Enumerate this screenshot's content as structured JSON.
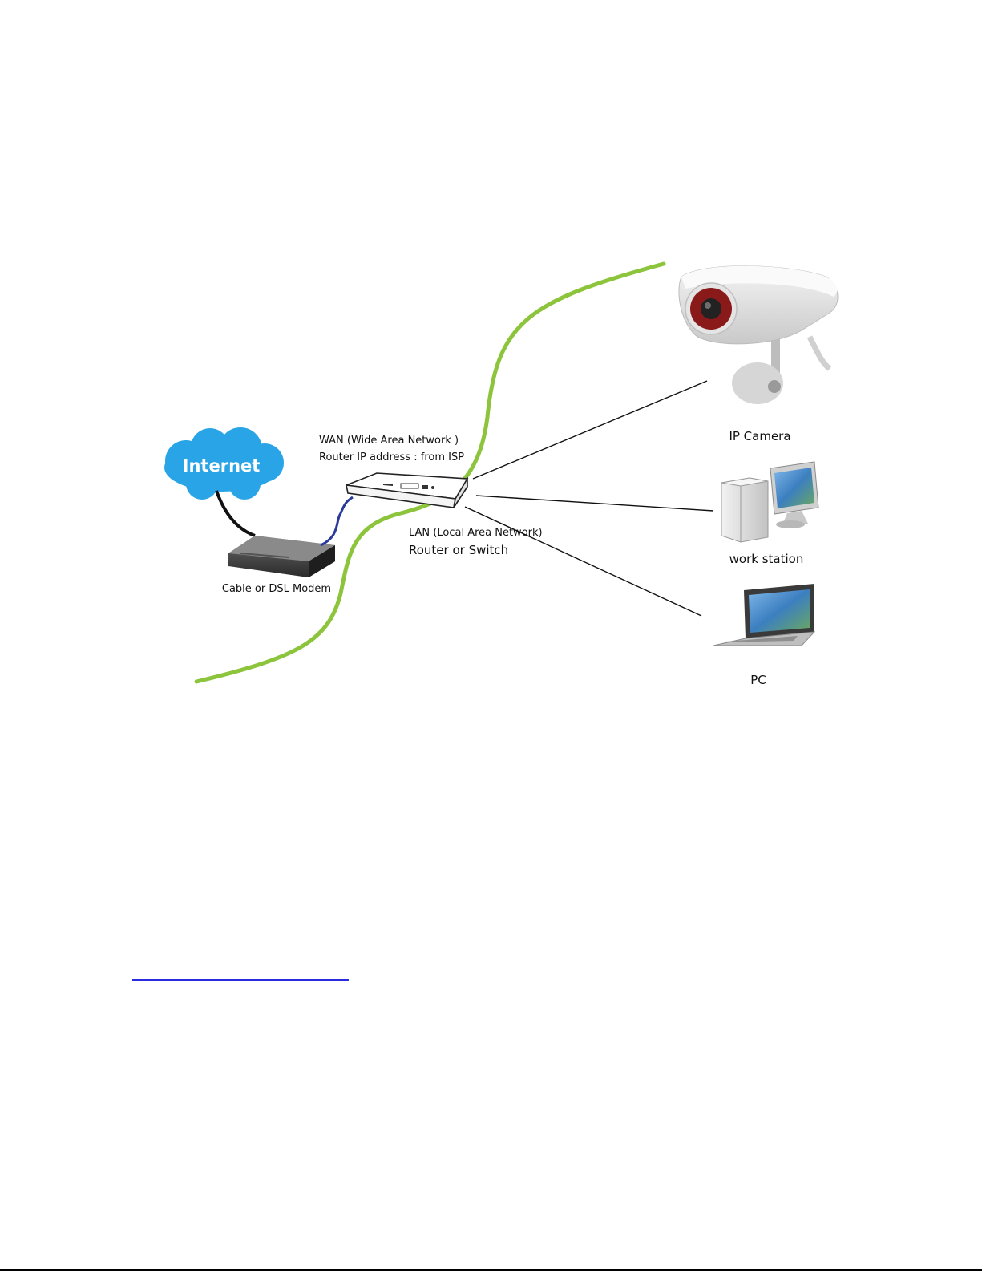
{
  "diagram": {
    "cloud_label": "Internet",
    "modem_label": "Cable or DSL Modem",
    "wan_line1": "WAN (Wide Area Network )",
    "wan_line2": "Router IP address : from ISP",
    "lan_line1": "LAN (Local Area Network)",
    "lan_line2": "Router  or Switch",
    "camera_label": "IP Camera",
    "workstation_label": "work station",
    "pc_label": "PC"
  },
  "icons": {
    "cloud": "cloud-icon",
    "modem": "modem-icon",
    "router": "router-icon",
    "camera": "ip-camera-icon",
    "workstation": "workstation-icon",
    "laptop": "laptop-icon"
  },
  "colors": {
    "boundary_curve": "#8cc43c",
    "cloud_fill": "#29a4e6",
    "cable_internet": "#111111",
    "cable_modem_router": "#2a3a9c",
    "link_line": "#2a2adf"
  }
}
